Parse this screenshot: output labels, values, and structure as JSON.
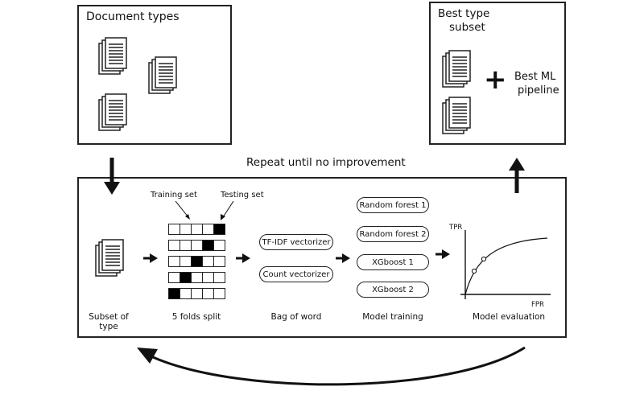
{
  "doc_types_box": {
    "title": "Document types"
  },
  "best_box": {
    "title_line1": "Best type",
    "title_line2": "subset",
    "plus": "+",
    "pipeline_line1": "Best ML",
    "pipeline_line2": "pipeline"
  },
  "loop_label": "Repeat until no improvement",
  "main": {
    "training_set": "Training set",
    "testing_set": "Testing set",
    "vectorizers": [
      "TF-IDF vectorizer",
      "Count vectorizer"
    ],
    "models": [
      "Random forest 1",
      "Random forest 2",
      "XGboost 1",
      "XGboost 2"
    ],
    "captions": {
      "subset_line1": "Subset of",
      "subset_line2": "type",
      "folds": "5 folds split",
      "bag": "Bag of word",
      "training": "Model training",
      "evaluation": "Model evaluation"
    },
    "folds": {
      "rows": 5,
      "cols": 5,
      "test_fold_per_row": [
        5,
        4,
        3,
        2,
        1
      ]
    },
    "roc": {
      "y_label": "TPR",
      "x_label": "FPR"
    }
  }
}
